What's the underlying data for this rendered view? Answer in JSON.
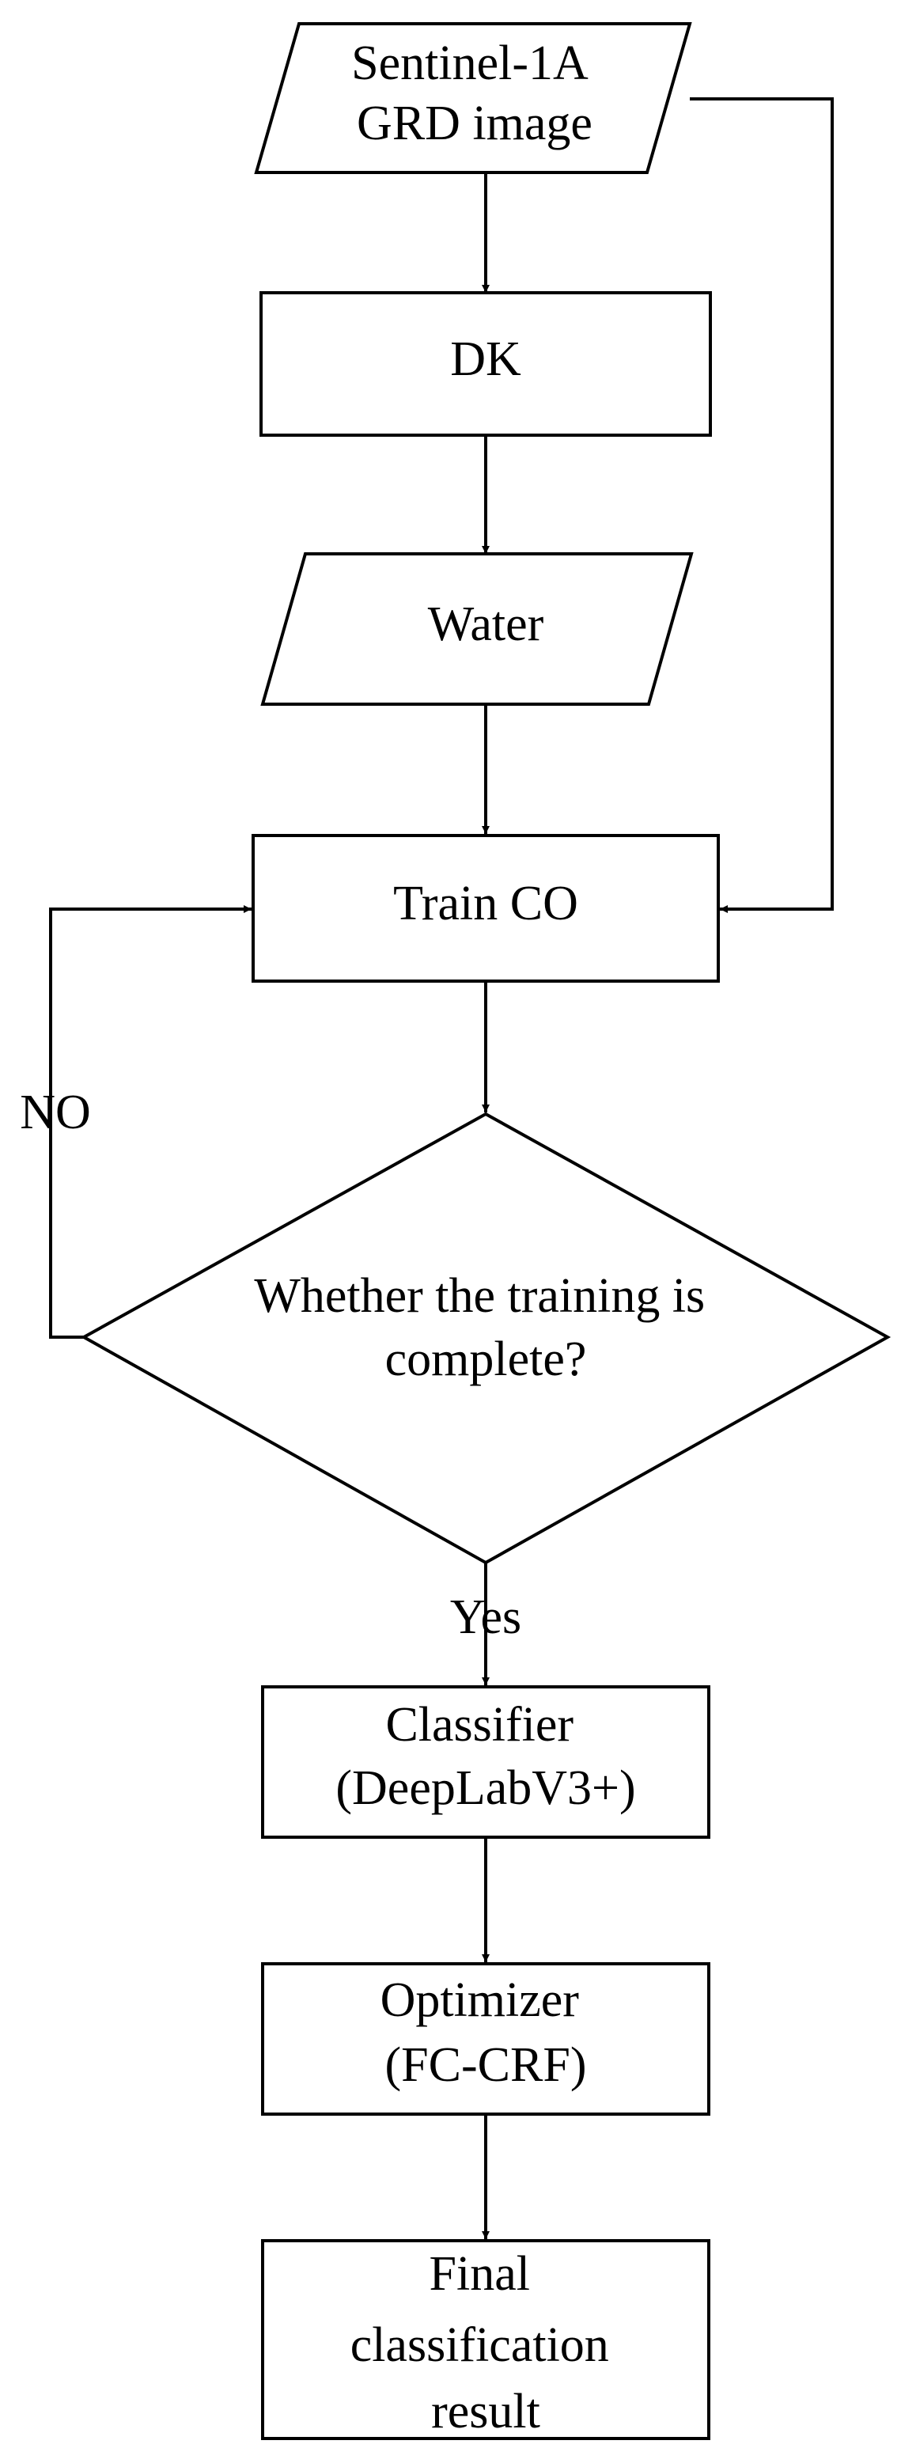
{
  "nodes": {
    "input": {
      "shape": "parallelogram",
      "lines": [
        "Sentinel-1A",
        "GRD image"
      ]
    },
    "dk": {
      "shape": "rectangle",
      "lines": [
        "DK"
      ]
    },
    "water": {
      "shape": "parallelogram",
      "lines": [
        "Water"
      ]
    },
    "train": {
      "shape": "rectangle",
      "lines": [
        "Train CO"
      ]
    },
    "decision": {
      "shape": "diamond",
      "lines": [
        "Whether the training is",
        "complete?"
      ]
    },
    "classifier": {
      "shape": "rectangle",
      "lines": [
        "Classifier",
        "(DeepLabV3+)"
      ]
    },
    "optimizer": {
      "shape": "rectangle",
      "lines": [
        "Optimizer",
        "(FC-CRF)"
      ]
    },
    "result": {
      "shape": "rectangle",
      "lines": [
        "Final",
        "classification",
        "result"
      ]
    }
  },
  "edges": [
    {
      "from": "input",
      "to": "dk",
      "label": ""
    },
    {
      "from": "dk",
      "to": "water",
      "label": ""
    },
    {
      "from": "water",
      "to": "train",
      "label": ""
    },
    {
      "from": "input",
      "to": "train",
      "label": ""
    },
    {
      "from": "train",
      "to": "decision",
      "label": ""
    },
    {
      "from": "decision",
      "to": "train",
      "label": "NO"
    },
    {
      "from": "decision",
      "to": "classifier",
      "label": "Yes"
    },
    {
      "from": "classifier",
      "to": "optimizer",
      "label": ""
    },
    {
      "from": "optimizer",
      "to": "result",
      "label": ""
    }
  ],
  "colors": {
    "stroke": "#000000",
    "fill": "#ffffff",
    "text": "#000000"
  }
}
